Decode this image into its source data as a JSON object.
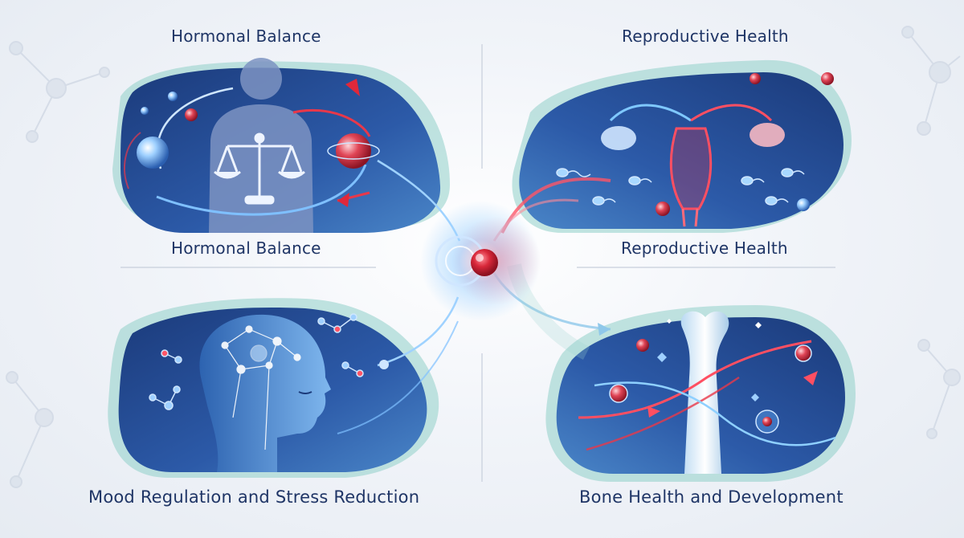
{
  "panels": {
    "top_left": {
      "title": "Hormonal Balance",
      "icons": [
        "human-silhouette-icon",
        "balance-scale-icon",
        "hormone-molecule-icon"
      ]
    },
    "top_right": {
      "title": "Reproductive Health",
      "icons": [
        "uterus-icon",
        "sperm-icon",
        "ovary-icon"
      ]
    },
    "middle_left": {
      "title": "Hormonal Balance"
    },
    "middle_right": {
      "title": "Reproductive Health"
    },
    "bottom_left": {
      "title": "Mood Regulation and Stress Reduction",
      "icons": [
        "head-profile-icon",
        "brain-network-icon",
        "molecule-icon"
      ]
    },
    "bottom_right": {
      "title": "Bone Health and Development",
      "icons": [
        "bone-icon",
        "cell-icon",
        "arrow-icon"
      ]
    }
  },
  "center": {
    "icon": "hormone-core-icon"
  },
  "colors": {
    "navy": "#1c3a78",
    "teal": "#7cc5c4",
    "red": "#d8283a",
    "glow_blue": "#5fb6ff",
    "text": "#1f3566"
  }
}
